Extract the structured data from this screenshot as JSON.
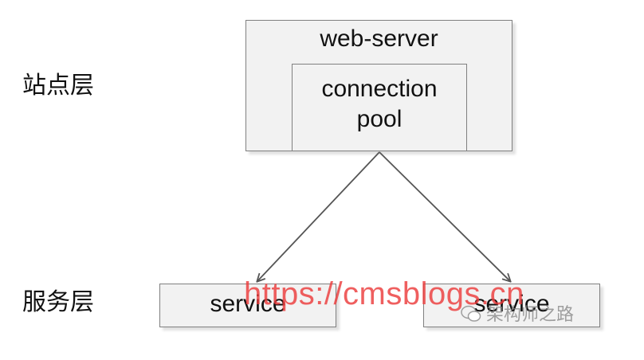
{
  "layers": {
    "site": "站点层",
    "service": "服务层"
  },
  "web_server": {
    "title": "web-server",
    "pool_line1": "connection",
    "pool_line2": "pool"
  },
  "services": [
    {
      "label": "service"
    },
    {
      "label": "service"
    }
  ],
  "watermark": {
    "url": "https://cmsblogs.cn",
    "brand": "架构师之路"
  }
}
